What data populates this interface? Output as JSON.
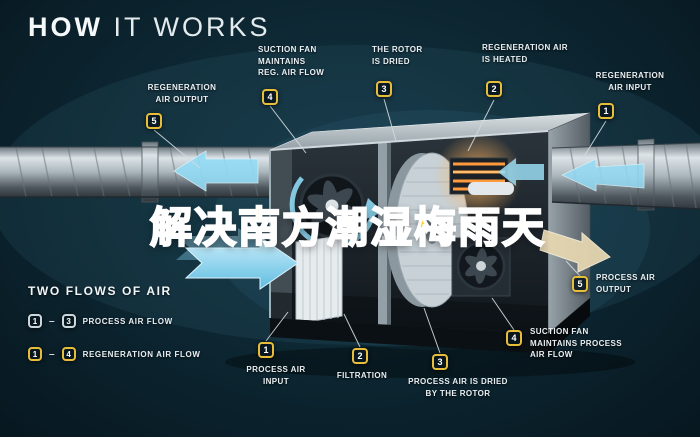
{
  "title": {
    "word1": "HOW",
    "word2": "IT WORKS"
  },
  "overlay": {
    "text": "解决南方潮湿梅雨天"
  },
  "callouts": {
    "regen_output": {
      "num": "5",
      "label": "REGENERATION\nAIR OUTPUT"
    },
    "suction_fan_reg": {
      "num": "4",
      "label": "SUCTION FAN\nMAINTAINS\nREG. AIR FLOW"
    },
    "rotor_dried": {
      "num": "3",
      "label": "THE ROTOR\nIS DRIED"
    },
    "regen_heated": {
      "num": "2",
      "label": "REGENERATION AIR\nIS HEATED"
    },
    "regen_input": {
      "num": "1",
      "label": "REGENERATION\nAIR INPUT"
    },
    "process_input": {
      "num": "1",
      "label": "PROCESS AIR\nINPUT"
    },
    "filtration": {
      "num": "2",
      "label": "FILTRATION"
    },
    "process_dried": {
      "num": "3",
      "label": "PROCESS AIR IS DRIED\nBY THE ROTOR"
    },
    "suction_fan_process": {
      "num": "4",
      "label": "SUCTION FAN\nMAINTAINS PROCESS\nAIR FLOW"
    },
    "process_output": {
      "num": "5",
      "label": "PROCESS AIR\nOUTPUT"
    }
  },
  "legend": {
    "title": "TWO FLOWS OF AIR",
    "separator": "–",
    "rows": [
      {
        "from": "1",
        "to": "3",
        "label": "PROCESS AIR FLOW"
      },
      {
        "from": "1",
        "to": "4",
        "label": "REGENERATION AIR FLOW"
      }
    ]
  },
  "colors": {
    "accent_yellow": "#e8bd3a",
    "flow_blue": "#8fd9f2",
    "overlay_yellow": "#ffd22e",
    "label_color": "#e9eff2",
    "bg": "#0c2530"
  }
}
